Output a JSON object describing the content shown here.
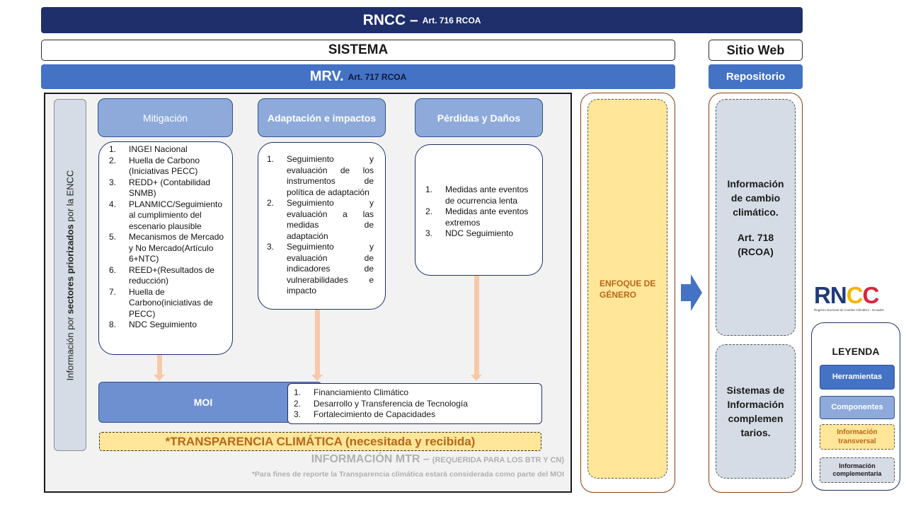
{
  "header": {
    "rncc_title": "RNCC –",
    "rncc_article": "Art. 716  RCOA",
    "sistema_label": "SISTEMA",
    "sitio_web_label": "Sitio Web",
    "mrv_title": "MRV.",
    "mrv_article": "Art. 717  RCOA",
    "repositorio_label": "Repositorio"
  },
  "side_label": {
    "prefix": "Información por ",
    "bold": "sectores priorizados",
    "suffix": " por la ENCC"
  },
  "components": {
    "mitigacion": {
      "title": "Mitigación",
      "items": [
        {
          "num": "1.",
          "text": "INGEI Nacional"
        },
        {
          "num": "2.",
          "text": "Huella de Carbono (Iniciativas PECC)"
        },
        {
          "num": "3.",
          "text": "REDD+ (Contabilidad SNMB)"
        },
        {
          "num": "4.",
          "text": "PLANMICC/Seguimiento al cumplimiento del escenario plausible"
        },
        {
          "num": "5.",
          "text": "Mecanismos de Mercado y No Mercado(Artículo 6+NTC)"
        },
        {
          "num": "6.",
          "text": "REED+(Resultados de reducción)"
        },
        {
          "num": "7.",
          "text": "Huella de Carbono(iniciativas de PECC)"
        },
        {
          "num": "8.",
          "text": "NDC Seguimiento"
        }
      ]
    },
    "adaptacion": {
      "title": "Adaptación e  impactos",
      "items": [
        {
          "num": "1.",
          "text": "Seguimiento y evaluación de los instrumentos de política de adaptación"
        },
        {
          "num": "2.",
          "text": "Seguimiento y evaluación a las medidas de adaptación"
        },
        {
          "num": "3.",
          "text": "Seguimiento y evaluación de indicadores de vulnerabilidades e impacto"
        }
      ]
    },
    "perdidas": {
      "title": "Pérdidas y Daños",
      "items": [
        {
          "num": "1.",
          "text": "Medidas ante eventos de ocurrencia lenta"
        },
        {
          "num": "2.",
          "text": "Medidas ante eventos extremos"
        },
        {
          "num": "3.",
          "text": "NDC Seguimiento"
        }
      ]
    }
  },
  "moi": {
    "label": "MOI",
    "items": [
      {
        "num": "1.",
        "text": "Financiamiento Climático"
      },
      {
        "num": "2.",
        "text": "Desarrollo y Transferencia de Tecnología"
      },
      {
        "num": "3.",
        "text": "Fortalecimiento de Capacidades"
      }
    ]
  },
  "transparencia": "*TRANSPARENCIA CLIMÁTICA (necesitada y recibida)",
  "mtr": {
    "main": "INFORMACIÓN MTR –",
    "sub": "(REQUERIDA PARA LOS BTR Y CN)"
  },
  "nota": "*Para fines de reporte la Transparencia climática estará considerada como parte del MOI",
  "genero": {
    "line1": "ENFOQUE DE",
    "line2": "GÉNERO"
  },
  "repositorio": {
    "info_lines": [
      "Información",
      "de cambio",
      "climático."
    ],
    "article_lines": [
      "Art. 718",
      "(RCOA)"
    ],
    "sistemas_lines": [
      "Sistemas de",
      "Información",
      "complemen",
      "tarios."
    ]
  },
  "logo": {
    "letters": [
      "R",
      "N",
      "C",
      "C"
    ],
    "subtitle": "Registro Nacional de Cambio Climático - Ecuador",
    "colors": [
      "#1f3a7a",
      "#1f3a7a",
      "#f2b705",
      "#d7263d"
    ]
  },
  "legend": {
    "title": "LEYENDA",
    "herramientas": "Herramientas",
    "componentes": "Componentes",
    "transversal_lines": [
      "Información",
      "transversal"
    ],
    "complementaria_lines": [
      "Información",
      "complementaria"
    ]
  },
  "colors": {
    "navy": "#1f2f6b",
    "blue": "#4472c4",
    "light_blue": "#8eaadb",
    "yellow": "#ffe699",
    "orange_text": "#b8671a",
    "gray_box": "#d6dce5",
    "arrow_peach": "#f8c9a8"
  }
}
